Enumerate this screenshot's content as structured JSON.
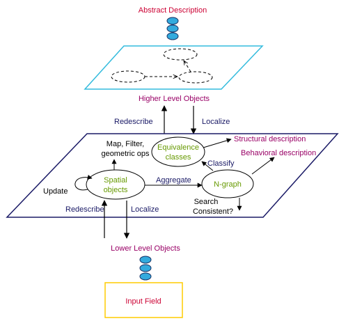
{
  "colors": {
    "top_plane": "#33bbdd",
    "mid_plane": "#1a1a66",
    "input_box": "#ffcc00",
    "dot_fill": "#33aadd",
    "dot_stroke": "#1a3366",
    "red": "#cc0033",
    "magenta": "#990066",
    "navy": "#1a1a66",
    "green": "#669900"
  },
  "labels": {
    "abstract_description": "Abstract Description",
    "higher_level_objects": "Higher Level Objects",
    "redescribe_top": "Redescribe",
    "localize_top": "Localize",
    "map_filter_line1": "Map, Filter,",
    "map_filter_line2": "geometric ops",
    "equivalence_line1": "Equivalence",
    "equivalence_line2": "classes",
    "structural_description": "Structural description",
    "behavioral_description": "Behavioral description",
    "classify": "Classify",
    "spatial_line1": "Spatial",
    "spatial_line2": "objects",
    "aggregate": "Aggregate",
    "ngraph": "N-graph",
    "update": "Update",
    "search_line1": "Search",
    "search_line2": "Consistent?",
    "redescribe_bottom": "Redescribe",
    "localize_bottom": "Localize",
    "lower_level_objects": "Lower Level Objects",
    "input_field": "Input Field"
  }
}
